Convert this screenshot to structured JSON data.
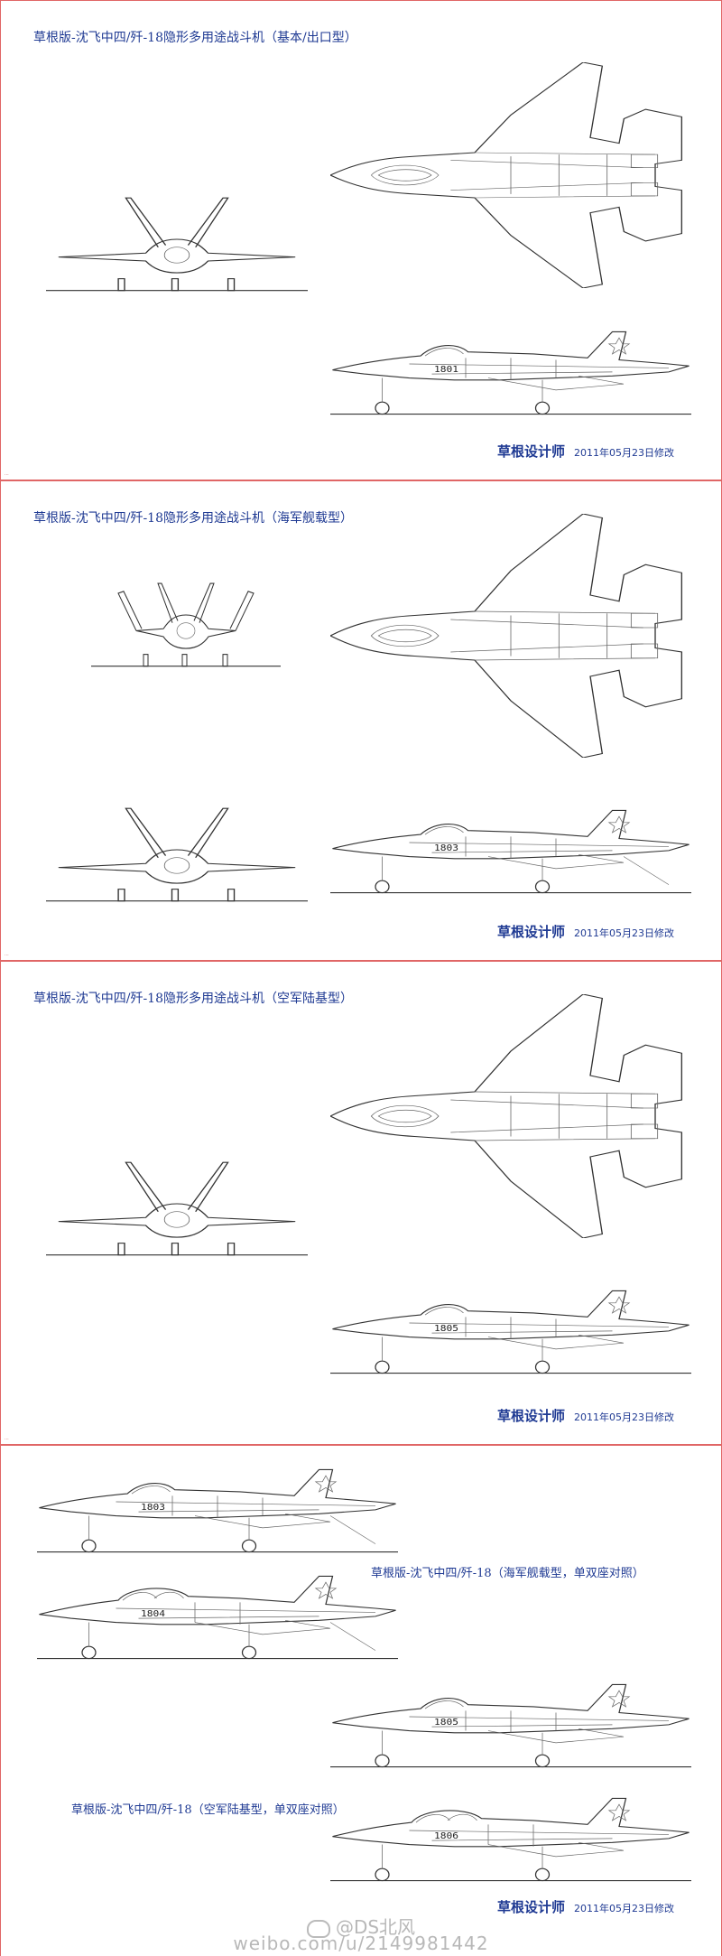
{
  "panels": [
    {
      "title": "草根版-沈飞中四/歼-18隐形多用途战斗机（基本/出口型）",
      "tail": "1801",
      "signature": "草根设计师",
      "date": "2011年05月23日修改"
    },
    {
      "title": "草根版-沈飞中四/歼-18隐形多用途战斗机（海军舰载型）",
      "tail": "1803",
      "signature": "草根设计师",
      "date": "2011年05月23日修改"
    },
    {
      "title": "草根版-沈飞中四/歼-18隐形多用途战斗机（空军陆基型）",
      "tail": "1805",
      "signature": "草根设计师",
      "date": "2011年05月23日修改"
    }
  ],
  "comparison": {
    "naval_caption": "草根版-沈飞中四/歼-18（海军舰载型，单双座对照）",
    "air_caption": "草根版-沈飞中四/歼-18（空军陆基型，单双座对照）",
    "tails": [
      "1803",
      "1804",
      "1805",
      "1806"
    ],
    "signature": "草根设计师",
    "date": "2011年05月23日修改"
  },
  "watermark": {
    "handle": "@DS北风",
    "url": "weibo.com/u/2149981442"
  },
  "colors": {
    "title": "#1f3a93",
    "frame": "#e06666",
    "line": "#333333"
  }
}
